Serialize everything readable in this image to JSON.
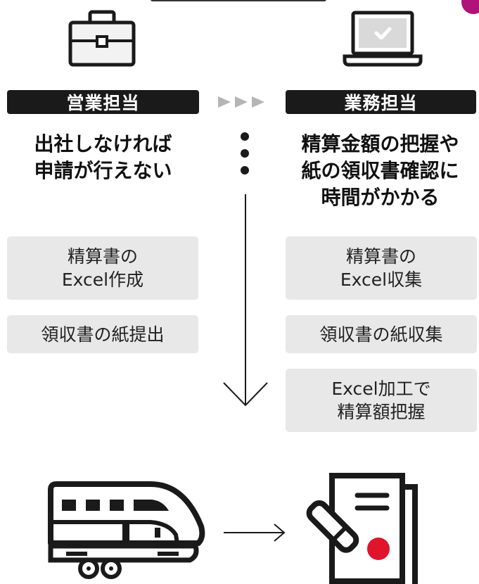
{
  "left": {
    "role_label": "営業担当",
    "headline": "出社しなければ\n申請が行えない",
    "steps": [
      "精算書の\nExcel作成",
      "領収書の紙提出"
    ]
  },
  "right": {
    "role_label": "業務担当",
    "headline": "精算金額の把握や\n紙の領収書確認に\n時間がかかる",
    "steps": [
      "精算書の\nExcel収集",
      "領収書の紙収集",
      "Excel加工で\n精算額把握"
    ]
  },
  "icons": {
    "left_top": "briefcase-icon",
    "right_top": "laptop-check-icon",
    "left_bottom": "train-icon",
    "right_bottom": "paper-documents-icon"
  },
  "colors": {
    "label_bg": "#1a1a1a",
    "box_bg": "#e8e8e8",
    "stamp_red": "#e0142c",
    "accent_purple": "#b0127a",
    "arrow_gray": "#b5b5b5"
  }
}
